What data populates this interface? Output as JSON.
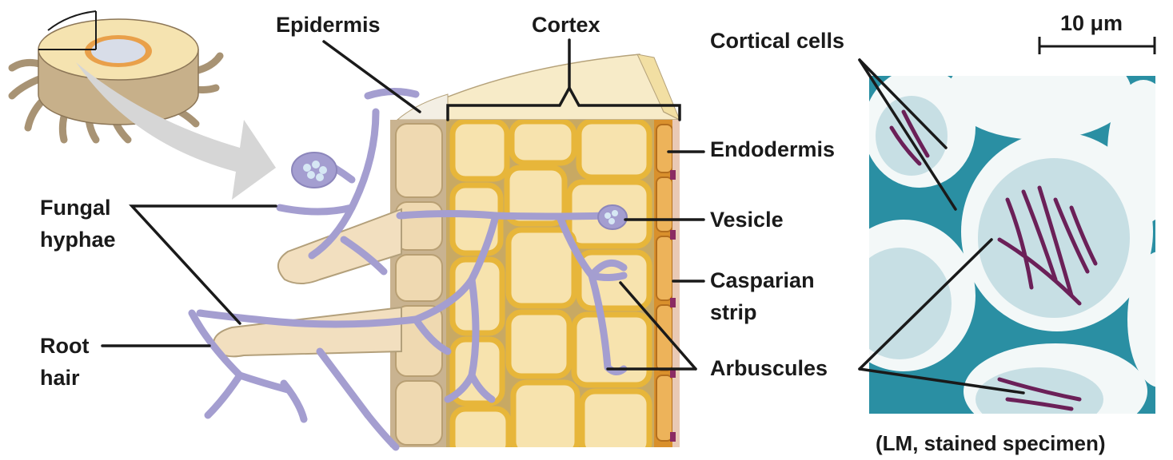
{
  "labels": {
    "epidermis": "Epidermis",
    "cortex": "Cortex",
    "cortical_cells": "Cortical cells",
    "scale_bar": "10 μm",
    "endodermis": "Endodermis",
    "vesicle": "Vesicle",
    "casparian_line1": "Casparian",
    "casparian_line2": "strip",
    "arbuscules": "Arbuscules",
    "fungal_line1": "Fungal",
    "fungal_line2": "hyphae",
    "root_line1": "Root",
    "root_line2": "hair",
    "micrograph_caption": "(LM, stained specimen)"
  },
  "colors": {
    "hyphae": "#a49ed0",
    "cortex_wall": "#e7b63a",
    "cortex_cell": "#f7e3ae",
    "epidermis_cell": "#efd9b1",
    "endodermis": "#d9902c",
    "casparian_strip": "#8b2a63",
    "stain_teal": "#2d9eae",
    "stain_purple": "#6b2058",
    "root_hair": "#f2dfbf"
  }
}
